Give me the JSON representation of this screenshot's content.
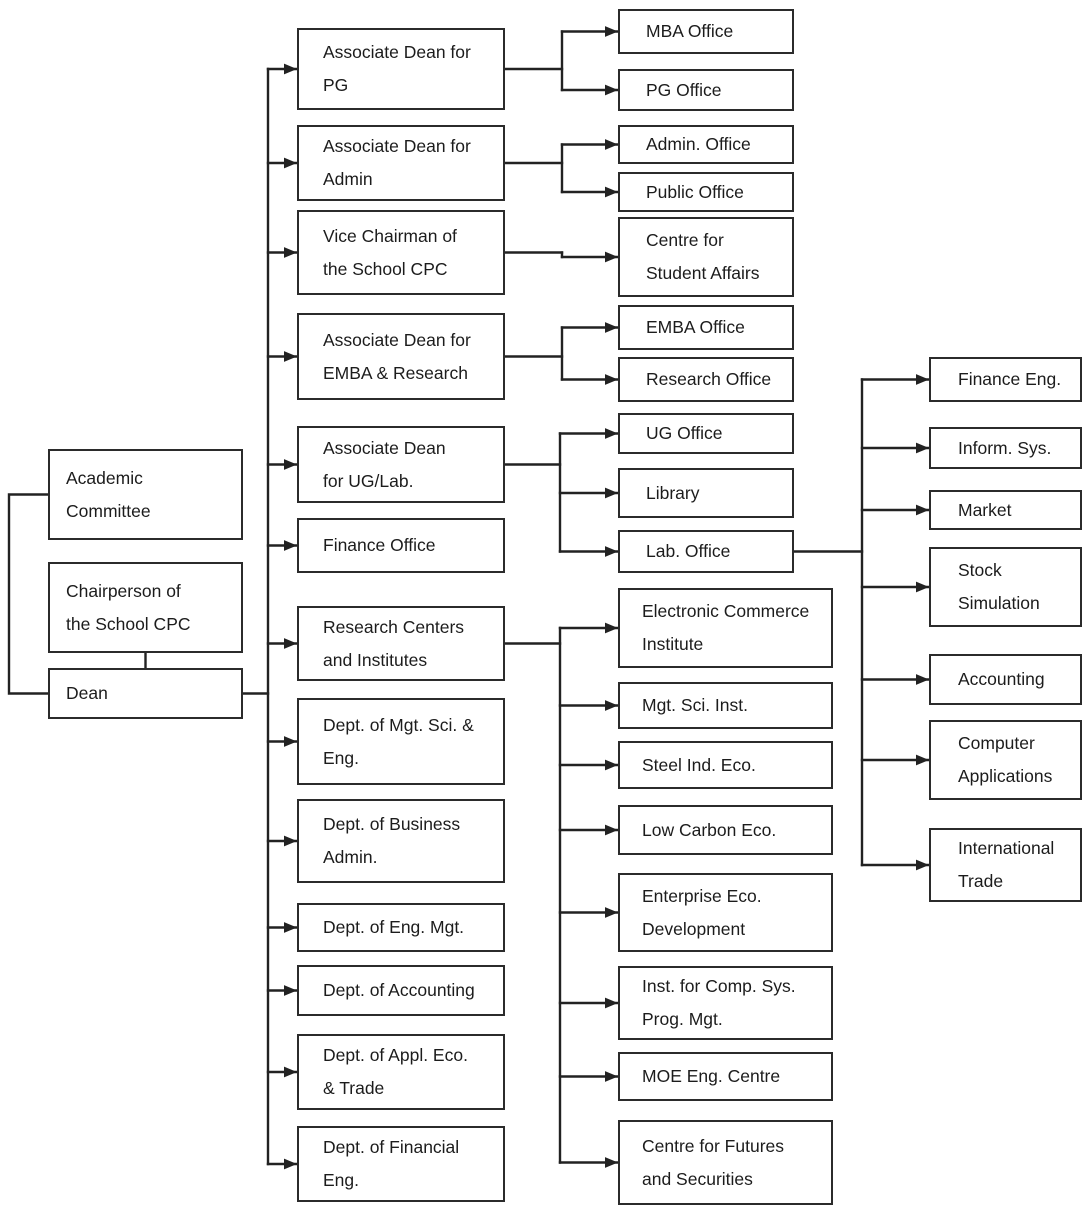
{
  "colors": {
    "background": "#ffffff",
    "box_border": "#2b2b2b",
    "text": "#1c1c1c",
    "line": "#222222"
  },
  "diagram": {
    "type": "org-chart",
    "nodes": {
      "academic_committee": {
        "label": "Academic Committee",
        "lines": [
          "Academic",
          "Committee"
        ]
      },
      "chairperson": {
        "label": "Chairperson of the School CPC",
        "lines": [
          "Chairperson of",
          "the School CPC"
        ]
      },
      "dean": {
        "label": "Dean",
        "lines": [
          "Dean"
        ]
      },
      "adean_pg": {
        "label": "Associate Dean for PG",
        "lines": [
          "Associate Dean for",
          "PG"
        ]
      },
      "adean_admin": {
        "label": "Associate Dean for Admin",
        "lines": [
          "Associate Dean for",
          "Admin"
        ]
      },
      "vice_chairman": {
        "label": "Vice Chairman of the School CPC",
        "lines": [
          "Vice Chairman of",
          "the School CPC"
        ]
      },
      "adean_emba": {
        "label": "Associate Dean for EMBA & Research",
        "lines": [
          "Associate Dean for",
          "EMBA & Research"
        ]
      },
      "adean_uglab": {
        "label": "Associate Dean for UG/Lab.",
        "lines": [
          "Associate Dean",
          "for UG/Lab."
        ]
      },
      "finance_office": {
        "label": "Finance Office",
        "lines": [
          "Finance Office"
        ]
      },
      "research_centers": {
        "label": "Research Centers and Institutes",
        "lines": [
          "Research Centers",
          "and Institutes"
        ]
      },
      "dept_mgt_sci": {
        "label": "Dept. of Mgt. Sci. & Eng.",
        "lines": [
          "Dept. of Mgt. Sci. &",
          "Eng."
        ]
      },
      "dept_business": {
        "label": "Dept. of Business Admin.",
        "lines": [
          "Dept. of Business",
          "Admin."
        ]
      },
      "dept_eng_mgt": {
        "label": "Dept. of Eng. Mgt.",
        "lines": [
          "Dept. of Eng. Mgt."
        ]
      },
      "dept_accounting": {
        "label": "Dept. of Accounting",
        "lines": [
          "Dept. of Accounting"
        ]
      },
      "dept_appl_eco": {
        "label": "Dept. of Appl. Eco. & Trade",
        "lines": [
          "Dept. of Appl. Eco.",
          "& Trade"
        ]
      },
      "dept_financial": {
        "label": "Dept. of Financial Eng.",
        "lines": [
          "Dept. of Financial",
          "Eng."
        ]
      },
      "mba_office": {
        "label": "MBA Office",
        "lines": [
          "MBA Office"
        ]
      },
      "pg_office": {
        "label": "PG Office",
        "lines": [
          "PG Office"
        ]
      },
      "admin_office": {
        "label": "Admin. Office",
        "lines": [
          "Admin. Office"
        ]
      },
      "public_office": {
        "label": "Public Office",
        "lines": [
          "Public Office"
        ]
      },
      "student_affairs": {
        "label": "Centre for Student Affairs",
        "lines": [
          "Centre for",
          "Student Affairs"
        ]
      },
      "emba_office": {
        "label": "EMBA Office",
        "lines": [
          "EMBA Office"
        ]
      },
      "research_office": {
        "label": "Research Office",
        "lines": [
          "Research Office"
        ]
      },
      "ug_office": {
        "label": "UG Office",
        "lines": [
          "UG Office"
        ]
      },
      "library": {
        "label": "Library",
        "lines": [
          "Library"
        ]
      },
      "lab_office": {
        "label": "Lab. Office",
        "lines": [
          "Lab. Office"
        ]
      },
      "ecommerce_institute": {
        "label": "Electronic Commerce Institute",
        "lines": [
          "Electronic Commerce",
          "Institute"
        ]
      },
      "mgt_sci_inst": {
        "label": "Mgt. Sci. Inst.",
        "lines": [
          "Mgt. Sci. Inst."
        ]
      },
      "steel_ind_eco": {
        "label": "Steel Ind. Eco.",
        "lines": [
          "Steel Ind. Eco."
        ]
      },
      "low_carbon_eco": {
        "label": "Low Carbon Eco.",
        "lines": [
          "Low Carbon Eco."
        ]
      },
      "enterprise_eco": {
        "label": "Enterprise Eco. Development",
        "lines": [
          "Enterprise Eco.",
          "Development"
        ]
      },
      "comp_sys_inst": {
        "label": "Inst. for Comp. Sys. Prog. Mgt.",
        "lines": [
          "Inst. for Comp. Sys.",
          "Prog. Mgt."
        ]
      },
      "moe_eng_centre": {
        "label": "MOE Eng. Centre",
        "lines": [
          "MOE Eng. Centre"
        ]
      },
      "futures_centre": {
        "label": "Centre for Futures and Securities",
        "lines": [
          "Centre for Futures",
          "and Securities"
        ]
      },
      "finance_eng": {
        "label": "Finance Eng.",
        "lines": [
          "Finance Eng."
        ]
      },
      "inform_sys": {
        "label": "Inform. Sys.",
        "lines": [
          "Inform. Sys."
        ]
      },
      "market": {
        "label": "Market",
        "lines": [
          "Market"
        ]
      },
      "stock_simulation": {
        "label": "Stock Simulation",
        "lines": [
          "Stock",
          "Simulation"
        ]
      },
      "accounting": {
        "label": "Accounting",
        "lines": [
          "Accounting"
        ]
      },
      "computer_apps": {
        "label": "Computer Applications",
        "lines": [
          "Computer",
          "Applications"
        ]
      },
      "intl_trade": {
        "label": "International Trade",
        "lines": [
          "International",
          "Trade"
        ]
      }
    },
    "edges": [
      {
        "type": "bracket",
        "between": [
          "academic_committee",
          "dean"
        ]
      },
      {
        "type": "link",
        "between": [
          "chairperson",
          "dean"
        ]
      },
      {
        "type": "fanout",
        "from": "dean",
        "to": [
          "adean_pg",
          "adean_admin",
          "vice_chairman",
          "adean_emba",
          "adean_uglab",
          "finance_office",
          "research_centers",
          "dept_mgt_sci",
          "dept_business",
          "dept_eng_mgt",
          "dept_accounting",
          "dept_appl_eco",
          "dept_financial"
        ]
      },
      {
        "type": "fanout",
        "from": "adean_pg",
        "to": [
          "mba_office",
          "pg_office"
        ]
      },
      {
        "type": "fanout",
        "from": "adean_admin",
        "to": [
          "admin_office",
          "public_office"
        ]
      },
      {
        "type": "fanout",
        "from": "vice_chairman",
        "to": [
          "student_affairs"
        ]
      },
      {
        "type": "fanout",
        "from": "adean_emba",
        "to": [
          "emba_office",
          "research_office"
        ]
      },
      {
        "type": "fanout",
        "from": "adean_uglab",
        "to": [
          "ug_office",
          "library",
          "lab_office"
        ]
      },
      {
        "type": "fanout",
        "from": "research_centers",
        "to": [
          "ecommerce_institute",
          "mgt_sci_inst",
          "steel_ind_eco",
          "low_carbon_eco",
          "enterprise_eco",
          "comp_sys_inst",
          "moe_eng_centre",
          "futures_centre"
        ]
      },
      {
        "type": "fanout",
        "from": "lab_office",
        "to": [
          "finance_eng",
          "inform_sys",
          "market",
          "stock_simulation",
          "accounting",
          "computer_apps",
          "intl_trade"
        ]
      }
    ]
  }
}
